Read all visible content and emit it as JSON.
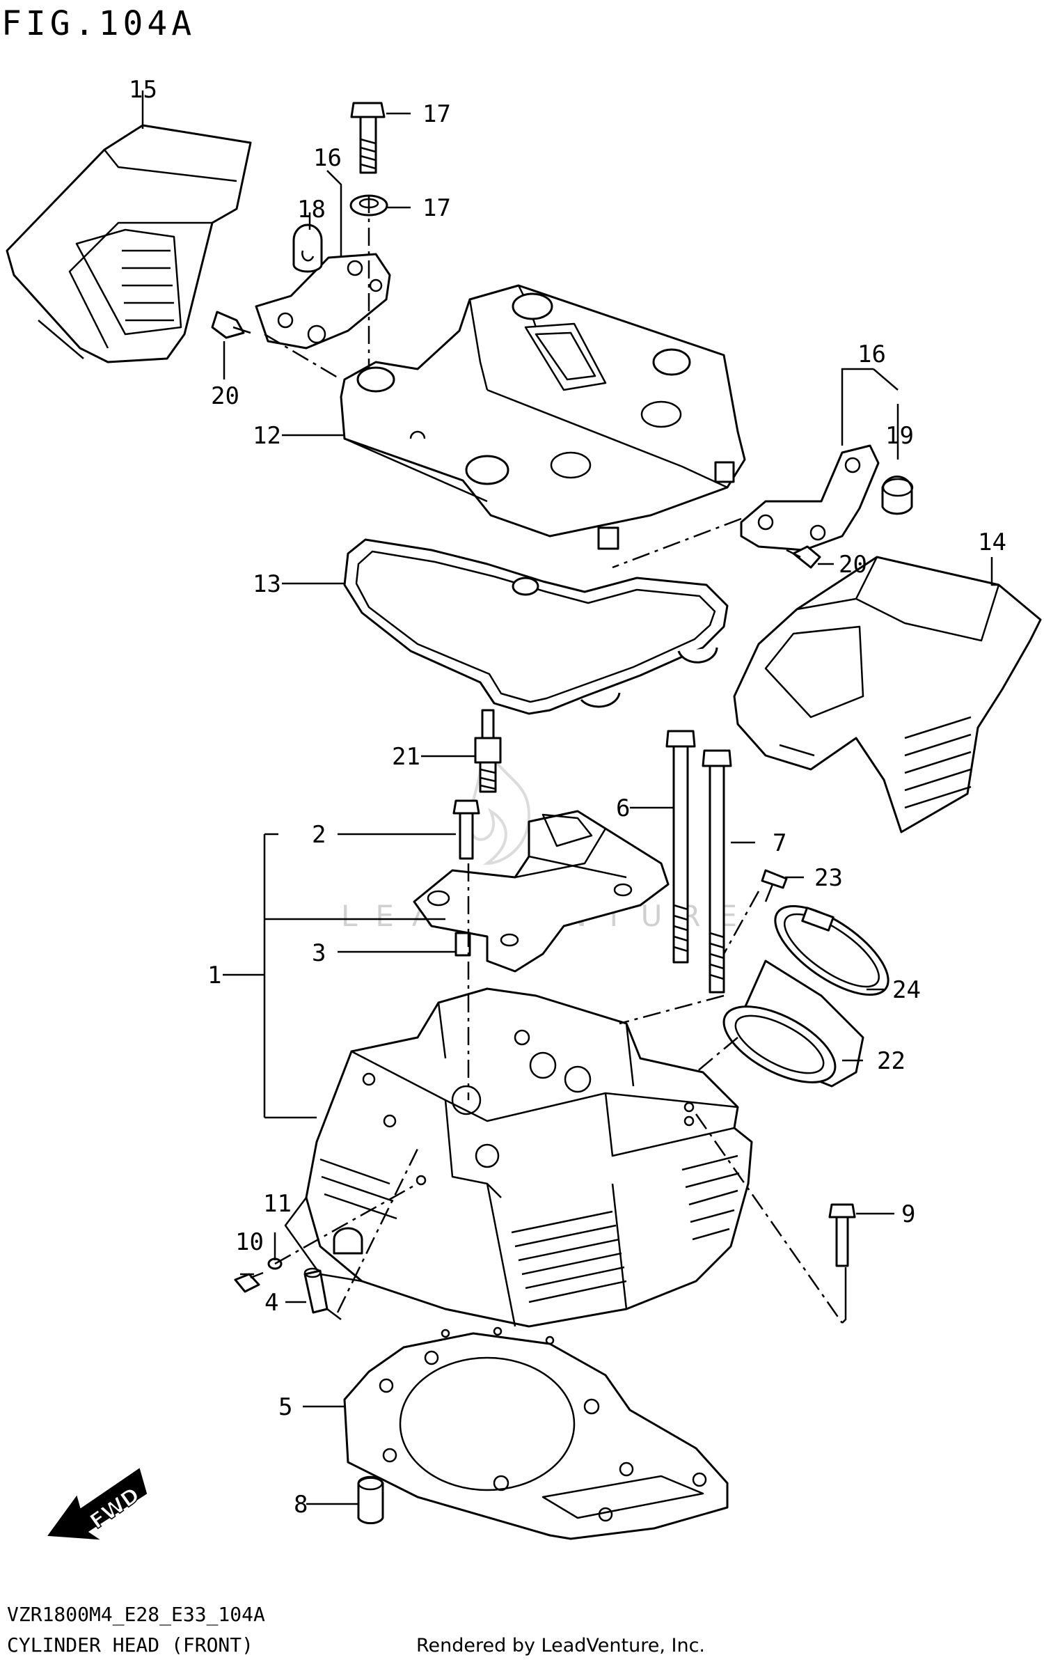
{
  "figure_title": "FIG.104A",
  "footer": {
    "model_code": "VZR1800M4_E28_E33_104A",
    "caption": "CYLINDER HEAD (FRONT)",
    "credit": "Rendered by LeadVenture, Inc."
  },
  "watermark": "LEADVENTURE",
  "fwd_label": "FWD",
  "callouts": [
    "1",
    "2",
    "3",
    "4",
    "5",
    "6",
    "7",
    "8",
    "9",
    "10",
    "11",
    "12",
    "13",
    "14",
    "15",
    "16",
    "16",
    "17",
    "17",
    "18",
    "19",
    "20",
    "20",
    "21",
    "22",
    "23",
    "24"
  ]
}
